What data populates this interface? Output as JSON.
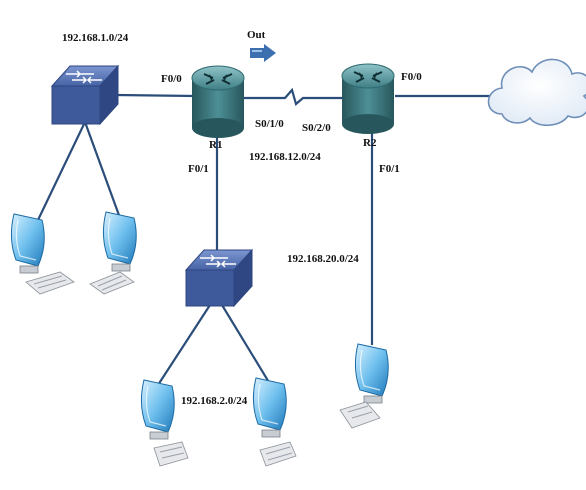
{
  "labels": {
    "net_lan1": "192.168.1.0/24",
    "net_serial": "192.168.12.0/24",
    "net_lan2": "192.168.2.0/24",
    "net_lan20": "192.168.20.0/24",
    "out": "Out",
    "r1_f00": "F0/0",
    "r1_f01": "F0/1",
    "r1_s010": "S0/1/0",
    "r1_name": "R1",
    "r2_s020": "S0/2/0",
    "r2_name": "R2",
    "r2_f00": "F0/0",
    "r2_f01": "F0/1"
  },
  "colors": {
    "link": "#2b4d7a",
    "router": "#3f7f86",
    "switch": "#3f5a9a",
    "monitor": "#4aa6de",
    "cloud": "#eef4fb",
    "arrow": "#3c6fb0"
  },
  "icons": {
    "router": "router-icon",
    "switch": "switch-icon",
    "pc": "pc-icon",
    "cloud": "cloud-icon",
    "arrow": "right-arrow-icon"
  }
}
